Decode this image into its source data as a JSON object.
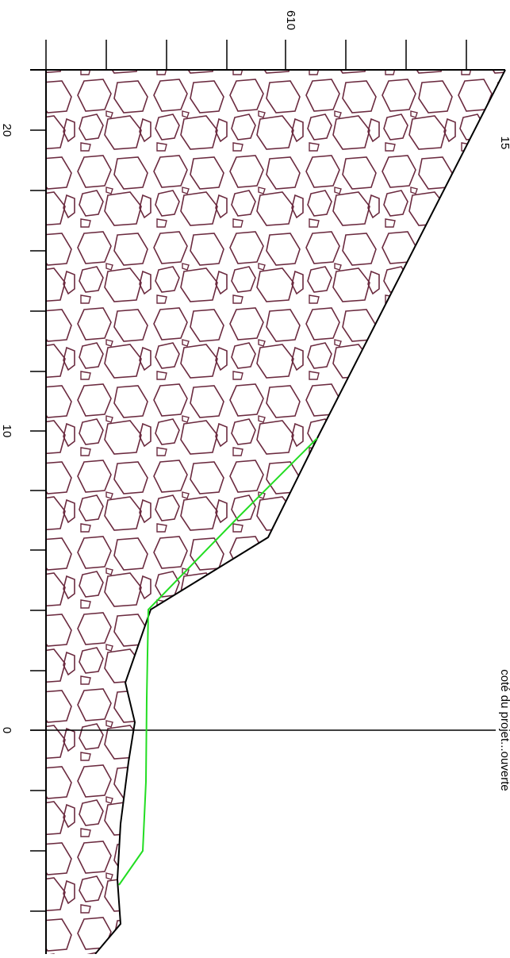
{
  "drawing": {
    "axis_label_top": "610",
    "axis_label_corner": "15",
    "axis_label_right": "coté du projet...ouverte",
    "x_tick_labels": [
      {
        "value": 20,
        "label": "20"
      },
      {
        "value": 10,
        "label": "10"
      },
      {
        "value": 0,
        "label": "0"
      }
    ]
  },
  "colors": {
    "background": "#ffffff",
    "axis": "#000000",
    "terrain_line": "#000000",
    "project_line": "#22dd22",
    "rock_outline": "#6b2a3f"
  }
}
